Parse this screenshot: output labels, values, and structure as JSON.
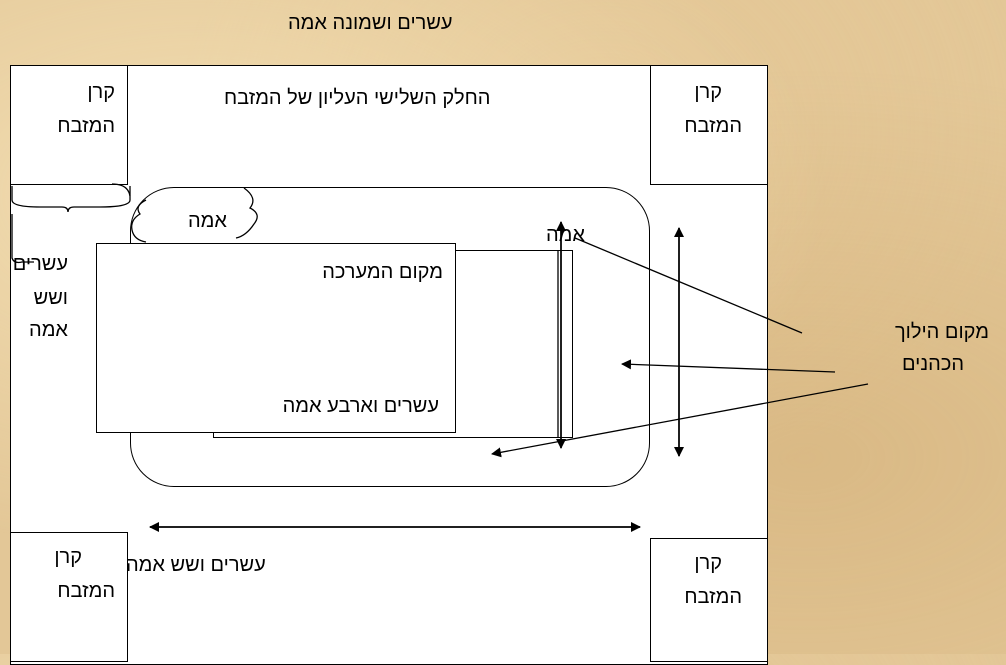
{
  "top_title": "עשרים ושמונה אמה",
  "upper_third": "החלק השלישי העליון של המזבח",
  "horns": {
    "top_left": [
      "קרן",
      "המזבח"
    ],
    "top_right": [
      "קרן",
      "המזבח"
    ],
    "bottom_left": [
      "קרן",
      "המזבח"
    ],
    "bottom_right": [
      "קרן",
      "המזבח"
    ]
  },
  "amah_brace": "אמה",
  "amah_right": "אמה",
  "left_side": [
    "עשרים",
    "ושש",
    "אמה"
  ],
  "arrangement_place": "מקום המערכה",
  "twenty_four": "עשרים וארבע אמה",
  "priests_walkway": [
    "מקום הילוך",
    "הכהנים"
  ],
  "twenty_six_bottom": "עשרים ושש אמה"
}
